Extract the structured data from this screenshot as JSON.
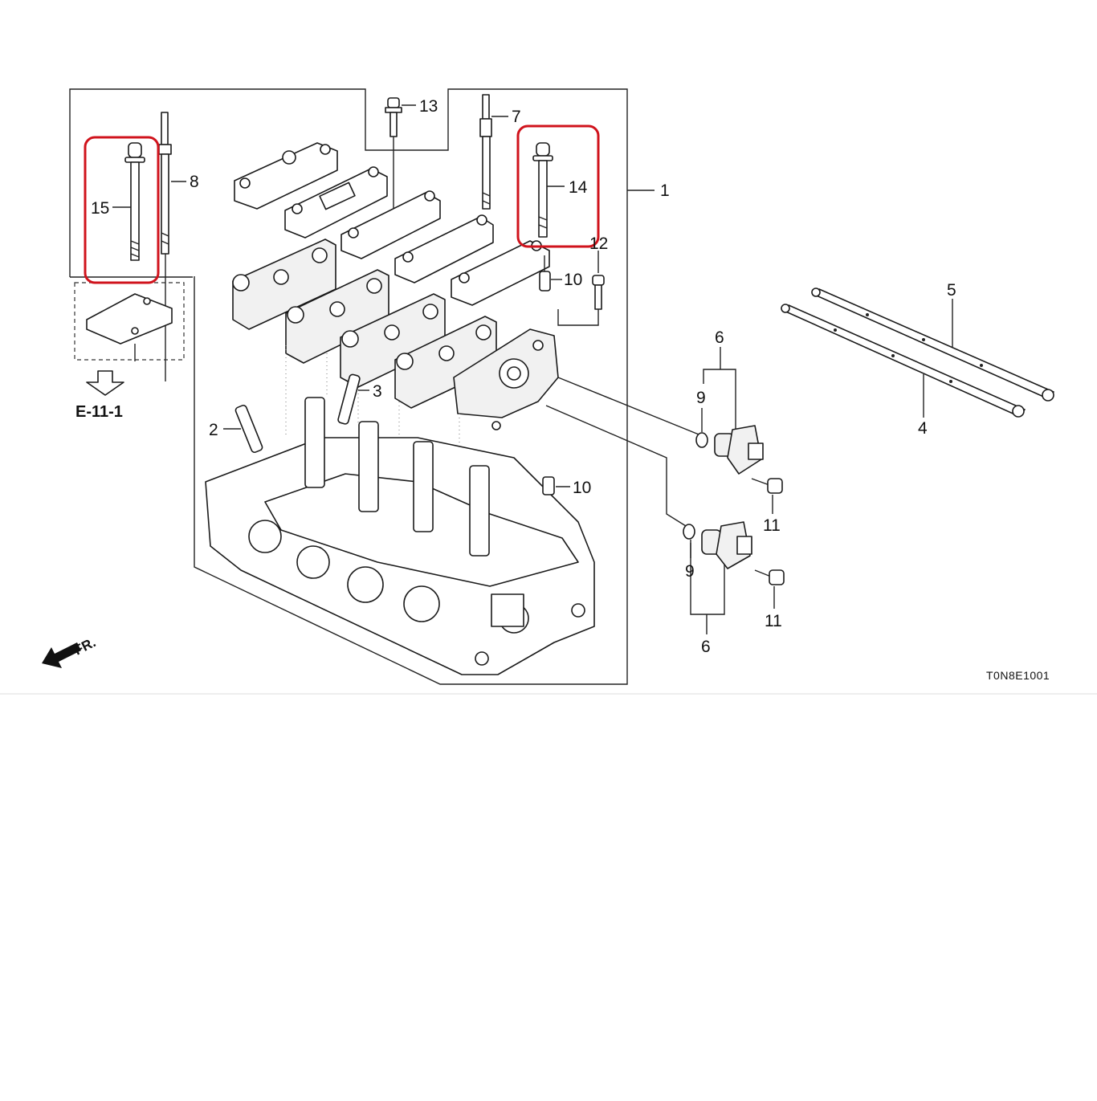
{
  "diagram": {
    "figure_code": "T0N8E1001",
    "reference_section": "E-11-1",
    "front_marker": "FR.",
    "callouts": [
      "1",
      "2",
      "3",
      "4",
      "5",
      "6",
      "6",
      "7",
      "8",
      "9",
      "9",
      "10",
      "10",
      "11",
      "11",
      "12",
      "13",
      "14",
      "15"
    ],
    "highlighted_parts": [
      "14",
      "15"
    ],
    "colors": {
      "highlight": "#d0131c",
      "line": "#222222"
    }
  }
}
